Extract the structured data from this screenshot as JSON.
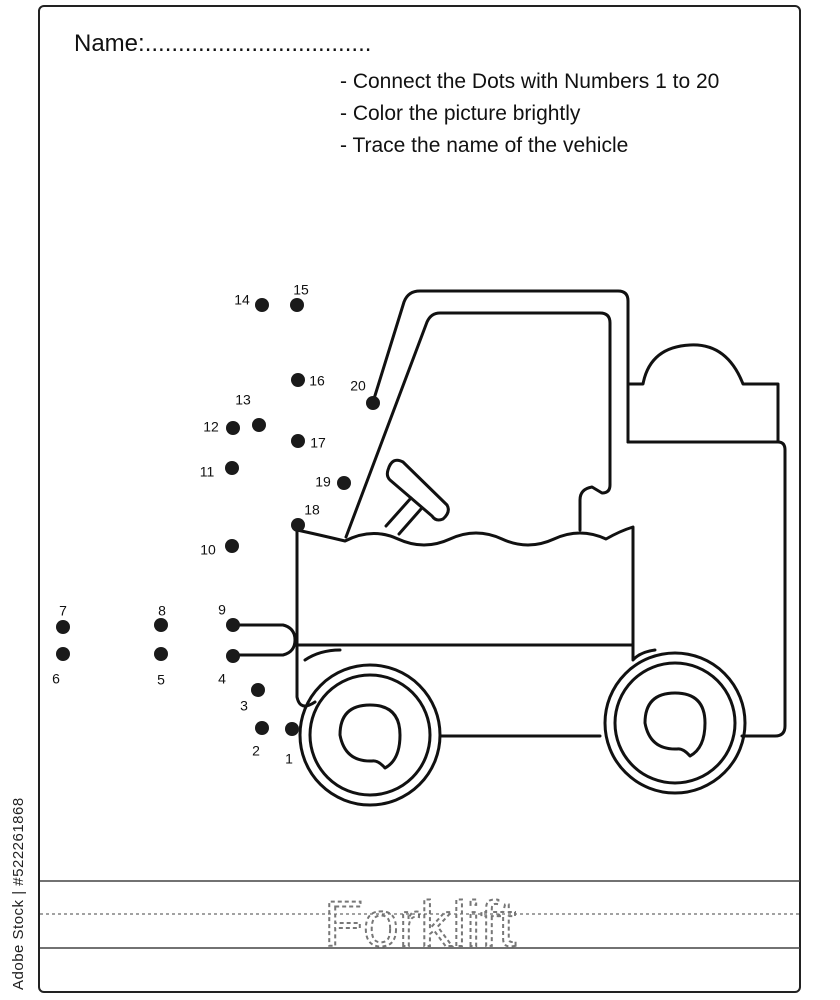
{
  "worksheet": {
    "name_label": "Name:..................................",
    "instructions": [
      "- Connect the Dots with Numbers 1 to 20",
      "- Color the picture brightly",
      "- Trace the name of the vehicle"
    ],
    "trace_word": "Forklift",
    "stock_id": "Adobe Stock | #522261868"
  },
  "dots": [
    {
      "n": "1"
    },
    {
      "n": "2"
    },
    {
      "n": "3"
    },
    {
      "n": "4"
    },
    {
      "n": "5"
    },
    {
      "n": "6"
    },
    {
      "n": "7"
    },
    {
      "n": "8"
    },
    {
      "n": "9"
    },
    {
      "n": "10"
    },
    {
      "n": "11"
    },
    {
      "n": "12"
    },
    {
      "n": "13"
    },
    {
      "n": "14"
    },
    {
      "n": "15"
    },
    {
      "n": "16"
    },
    {
      "n": "17"
    },
    {
      "n": "18"
    },
    {
      "n": "19"
    },
    {
      "n": "20"
    }
  ],
  "colors": {
    "line": "#111111",
    "dot": "#1a1a1a",
    "trace_text": "#777777",
    "guide_line": "#444444"
  }
}
